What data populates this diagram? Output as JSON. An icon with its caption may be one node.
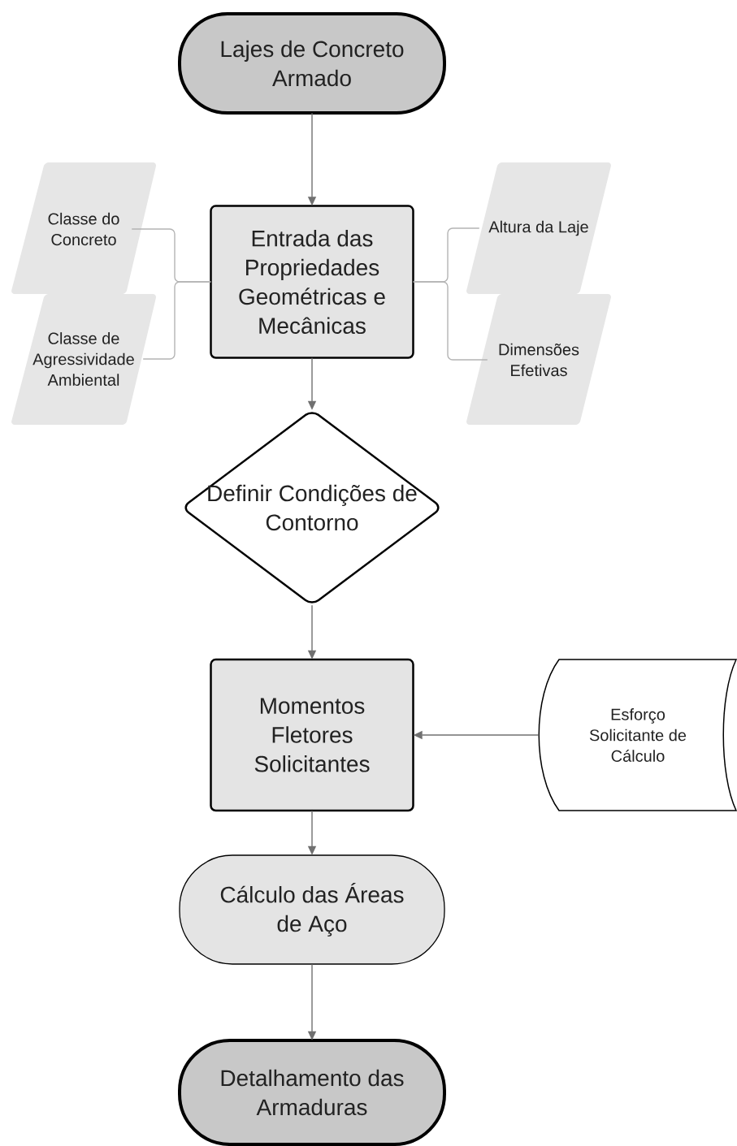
{
  "diagram": {
    "nodes": [
      {
        "text": [
          "Lajes de Concreto Armado"
        ]
      },
      {
        "text": [
          "Entrada das Propriedades Geométricas e Mecânicas"
        ]
      },
      {
        "text": [
          "Classe do Concreto"
        ]
      },
      {
        "text": [
          "Classe de Agressividade Ambiental"
        ]
      },
      {
        "text": [
          "Altura da Laje"
        ]
      },
      {
        "text": [
          "Dimensões Efetivas"
        ]
      },
      {
        "text": [
          "Definir Condições de Contorno"
        ]
      },
      {
        "text": [
          "Momentos Fletores Solicitantes"
        ]
      },
      {
        "text": [
          "Esforço Solicitante de Cálculo"
        ]
      },
      {
        "text": [
          "Cálculo das Áreas de Aço"
        ]
      },
      {
        "text": [
          "Detalhamento das Armaduras"
        ]
      }
    ],
    "edges": [
      {
        "from": 0,
        "to": 1,
        "arrow": "to"
      },
      {
        "from": 2,
        "to": 1,
        "arrow": "none",
        "color": "#b4b4b4"
      },
      {
        "from": 3,
        "to": 1,
        "arrow": "none",
        "color": "#b4b4b4"
      },
      {
        "from": 4,
        "to": 1,
        "arrow": "none",
        "color": "#b4b4b4"
      },
      {
        "from": 5,
        "to": 1,
        "arrow": "none",
        "color": "#b4b4b4"
      },
      {
        "from": 1,
        "to": 6,
        "arrow": "to"
      },
      {
        "from": 6,
        "to": 7,
        "arrow": "to"
      },
      {
        "from": 8,
        "to": 7,
        "arrow": "to"
      },
      {
        "from": 7,
        "to": 9,
        "arrow": "to"
      },
      {
        "from": 9,
        "to": 10,
        "arrow": "to"
      }
    ]
  }
}
